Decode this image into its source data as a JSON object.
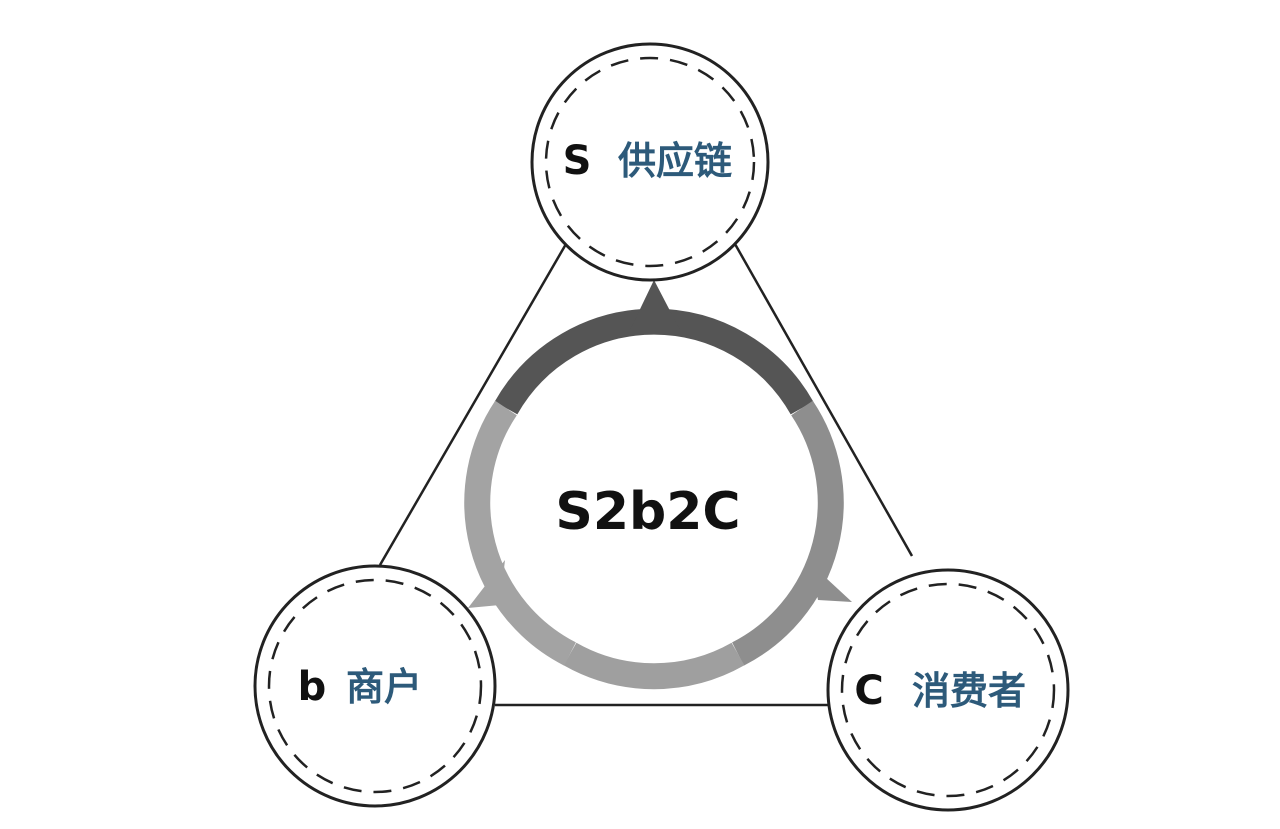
{
  "center": {
    "label": "S2b2C"
  },
  "nodes": {
    "supply": {
      "letter": "S",
      "name": "供应链"
    },
    "merchant": {
      "letter": "b",
      "name": "商户"
    },
    "consumer": {
      "letter": "C",
      "name": "消费者"
    }
  },
  "colors": {
    "ring_top": "#555555",
    "ring_right": "#8e8e8e",
    "ring_bottom": "#9f9f9f",
    "ring_left": "#a3a3a3",
    "node_stroke": "#222222",
    "name_text": "#2d5a7a"
  }
}
